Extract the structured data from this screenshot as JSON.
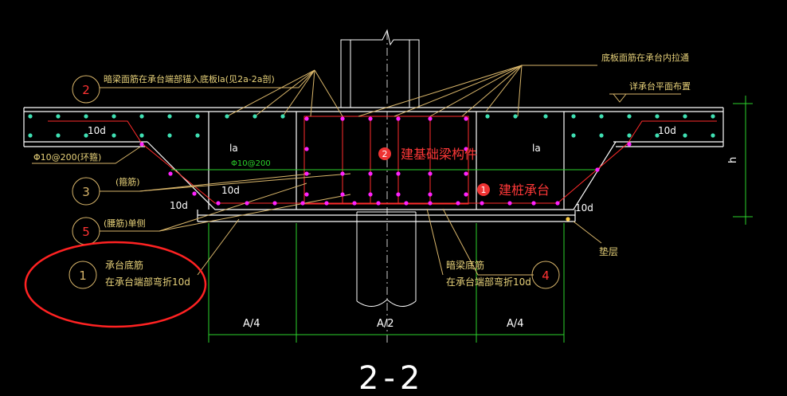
{
  "colors": {
    "background": "#000000",
    "outline": "#ffffff",
    "leader": "#d8b56a",
    "stirrup": "#ff2b2b",
    "bar_slab": "#3fe0b3",
    "bar_beam": "#ff22ff",
    "dimension": "#2bd22b",
    "annotation_red": "#ff3333",
    "label_yellow": "#e8d27a"
  },
  "labels": {
    "top_note": "暗梁面筋在承台端部锚入底板la(见2a-2a剖)",
    "top_right_note": "底板面筋在承台内拉通",
    "plan_note": "详承台平面布置",
    "ring_stirrup": "Φ10@200(环箍)",
    "stirrup_center": "Φ10@200",
    "stirrup_label": "(箍筋)",
    "waist_bar_label": "(腰筋)单侧",
    "pile_cap_bottom_1": "承台底筋",
    "pile_cap_bottom_2": "在承台端部弯折10d",
    "beam_bottom_1": "暗梁底筋",
    "beam_bottom_2": "在承台端部弯折10d",
    "cushion": "垫层",
    "height": "h",
    "anchor_la_left": "la",
    "anchor_la_right": "la",
    "dim_10d_tl": "10d",
    "dim_10d_tr": "10d",
    "dim_10d_ml": "10d",
    "dim_10d_bl": "10d",
    "dim_10d_br": "10d",
    "dim_a4_left": "A/4",
    "dim_a2": "A/2",
    "dim_a4_right": "A/4",
    "section_title": "2-2"
  },
  "callouts": [
    "2",
    "3",
    "5",
    "1",
    "4"
  ],
  "badges": [
    {
      "number": "2",
      "text": "建基础梁构件"
    },
    {
      "number": "1",
      "text": "建桩承台"
    }
  ]
}
